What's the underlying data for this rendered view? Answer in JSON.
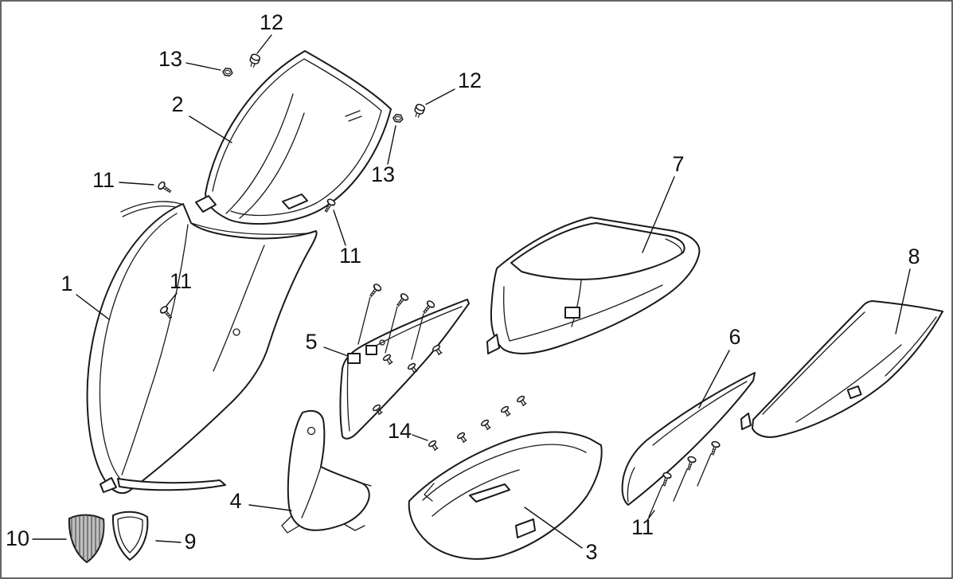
{
  "diagram": {
    "kind": "exploded-parts-diagram",
    "subject": "motorcycle-front-fairing-assembly",
    "colors": {
      "background": "#ffffff",
      "line": "#1a1a1a",
      "shaded_part_fill": "#bfbfbf"
    },
    "callouts": [
      {
        "label": "12"
      },
      {
        "label": "13"
      },
      {
        "label": "2"
      },
      {
        "label": "12"
      },
      {
        "label": "13"
      },
      {
        "label": "11"
      },
      {
        "label": "7"
      },
      {
        "label": "11"
      },
      {
        "label": "8"
      },
      {
        "label": "1"
      },
      {
        "label": "11"
      },
      {
        "label": "5"
      },
      {
        "label": "6"
      },
      {
        "label": "14"
      },
      {
        "label": "4"
      },
      {
        "label": "3"
      },
      {
        "label": "11"
      },
      {
        "label": "10"
      },
      {
        "label": "9"
      }
    ],
    "parts": [
      {
        "number": "1",
        "shape": "front-upper-fairing"
      },
      {
        "number": "2",
        "shape": "windscreen"
      },
      {
        "number": "3",
        "shape": "lower-side-fairing"
      },
      {
        "number": "4",
        "shape": "inner-bracket"
      },
      {
        "number": "5",
        "shape": "side-stay-panel"
      },
      {
        "number": "6",
        "shape": "side-cover-blade"
      },
      {
        "number": "7",
        "shape": "rear-cowl-duct"
      },
      {
        "number": "8",
        "shape": "right-side-panel"
      },
      {
        "number": "9",
        "shape": "shield-plate"
      },
      {
        "number": "10",
        "shape": "mesh-shield-plate"
      },
      {
        "number": "11",
        "shape": "screw"
      },
      {
        "number": "12",
        "shape": "bolt"
      },
      {
        "number": "13",
        "shape": "flange-nut"
      },
      {
        "number": "14",
        "shape": "clip-rivet"
      }
    ]
  }
}
